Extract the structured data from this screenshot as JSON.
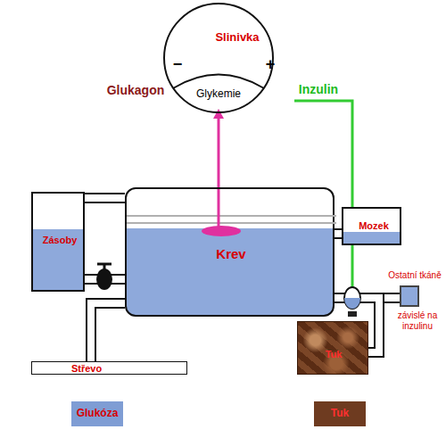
{
  "diagram": {
    "nodes": [
      {
        "text": [
          "Slinivka"
        ]
      },
      {
        "text": [
          "Glykemie"
        ],
        "in": 0
      },
      {
        "text": [
          "Krev"
        ]
      },
      {
        "text": [
          "Zásoby"
        ]
      },
      {
        "text": [
          "Mozek"
        ]
      },
      {
        "text": [
          "Ostatní tkáně",
          "závislé na inzulinu"
        ]
      },
      {
        "text": [
          "Tuk"
        ]
      },
      {
        "text": [
          "Střevo"
        ]
      }
    ],
    "edges": [
      {
        "from": 2,
        "to": 1,
        "arrow": "to"
      },
      {
        "from": 3,
        "to": 2,
        "arrow": "none"
      },
      {
        "from": 3,
        "to": 2,
        "arrow": "none"
      },
      {
        "from": 7,
        "to": 2,
        "arrow": "none"
      },
      {
        "from": 2,
        "to": 4,
        "arrow": "none"
      },
      {
        "from": 2,
        "to": 5,
        "arrow": "none"
      },
      {
        "from": 2,
        "to": 6,
        "arrow": "none"
      }
    ],
    "labels": [
      "−",
      "+",
      "Glukagon",
      "Inzulin"
    ],
    "legend": [
      {
        "text": "Glukóza",
        "color": "#7f9dd4"
      },
      {
        "text": "Tuk",
        "color": "#6e3b20"
      }
    ]
  }
}
